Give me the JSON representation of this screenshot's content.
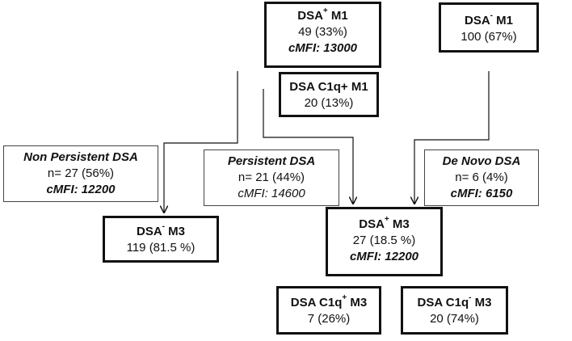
{
  "nodes": {
    "dsa_pos_m1": {
      "label": "DSA",
      "sup": "+",
      "label_suffix": " M1",
      "count": "49 (33%)",
      "cmfi": "cMFI: 13000"
    },
    "dsa_neg_m1": {
      "label": "DSA",
      "sup": "-",
      "label_suffix": " M1",
      "count": "100 (67%)"
    },
    "dsa_c1q_pos_m1": {
      "label": "DSA C1q+ M1",
      "count": "20 (13%)"
    },
    "non_persistent": {
      "label": "Non Persistent DSA",
      "count": "n= 27 (56%)",
      "cmfi": "cMFI: 12200"
    },
    "persistent": {
      "label": "Persistent DSA",
      "count": "n= 21 (44%)",
      "cmfi": "cMFI: 14600"
    },
    "de_novo": {
      "label": "De Novo DSA",
      "count": "n= 6 (4%)",
      "cmfi": "cMFI: 6150"
    },
    "dsa_neg_m3": {
      "label": "DSA",
      "sup": "-",
      "label_suffix": " M3",
      "count": "119 (81.5 %)"
    },
    "dsa_pos_m3": {
      "label": "DSA",
      "sup": "+",
      "label_suffix": " M3",
      "count": "27 (18.5 %)",
      "cmfi": "cMFI: 12200"
    },
    "dsa_c1q_pos_m3": {
      "label": "DSA C1q",
      "sup": "+",
      "label_suffix": " M3",
      "count": "7 (26%)"
    },
    "dsa_c1q_neg_m3": {
      "label": "DSA C1q",
      "sup": "-",
      "label_suffix": " M3",
      "count": "20 (74%)"
    }
  }
}
